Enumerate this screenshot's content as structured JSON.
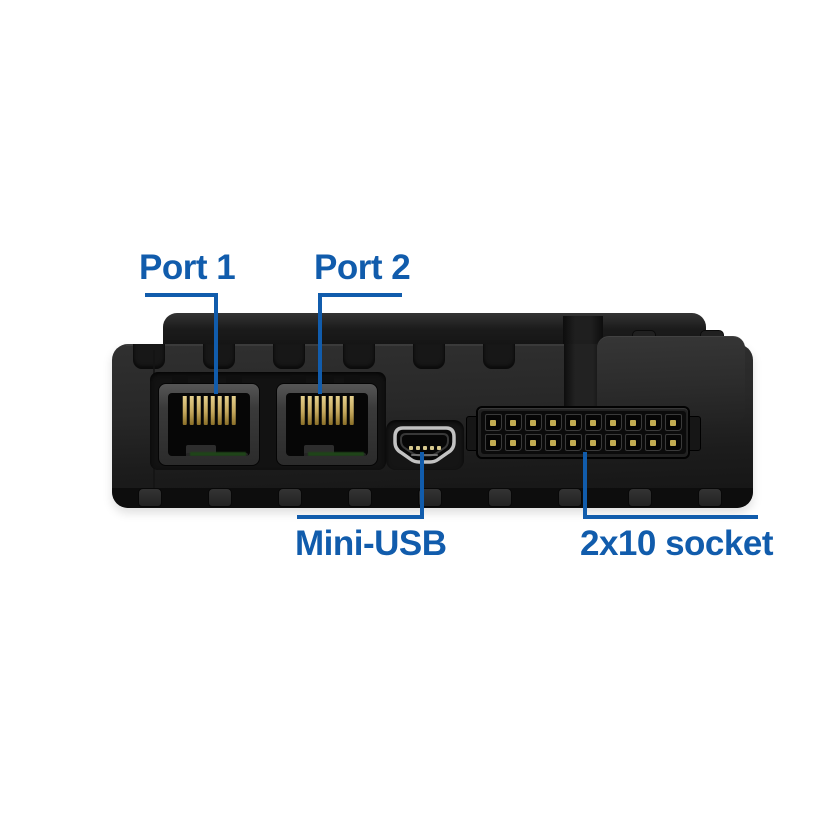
{
  "figure": {
    "background": "#ffffff",
    "accent_color": "#115CAC",
    "description": "Port-side view of a black rugged electronic device with blue callout labels"
  },
  "callouts": {
    "port1": {
      "label": "Port 1"
    },
    "port2": {
      "label": "Port 2"
    },
    "mini_usb": {
      "label": "Mini-USB"
    },
    "socket": {
      "label": "2x10 socket"
    }
  },
  "device": {
    "connectors": {
      "rj45": {
        "count": 2,
        "pins_each": 8
      },
      "mini_usb": {
        "pin_dots": 5
      },
      "pin_socket": {
        "rows": 2,
        "cols": 10
      }
    },
    "colors": {
      "body": "#282828",
      "lid": "#1b1b1b",
      "pin_gold": "#C9B06A",
      "usb_rim": "#C2C2C2",
      "pcb_green": "#1F4419"
    }
  }
}
